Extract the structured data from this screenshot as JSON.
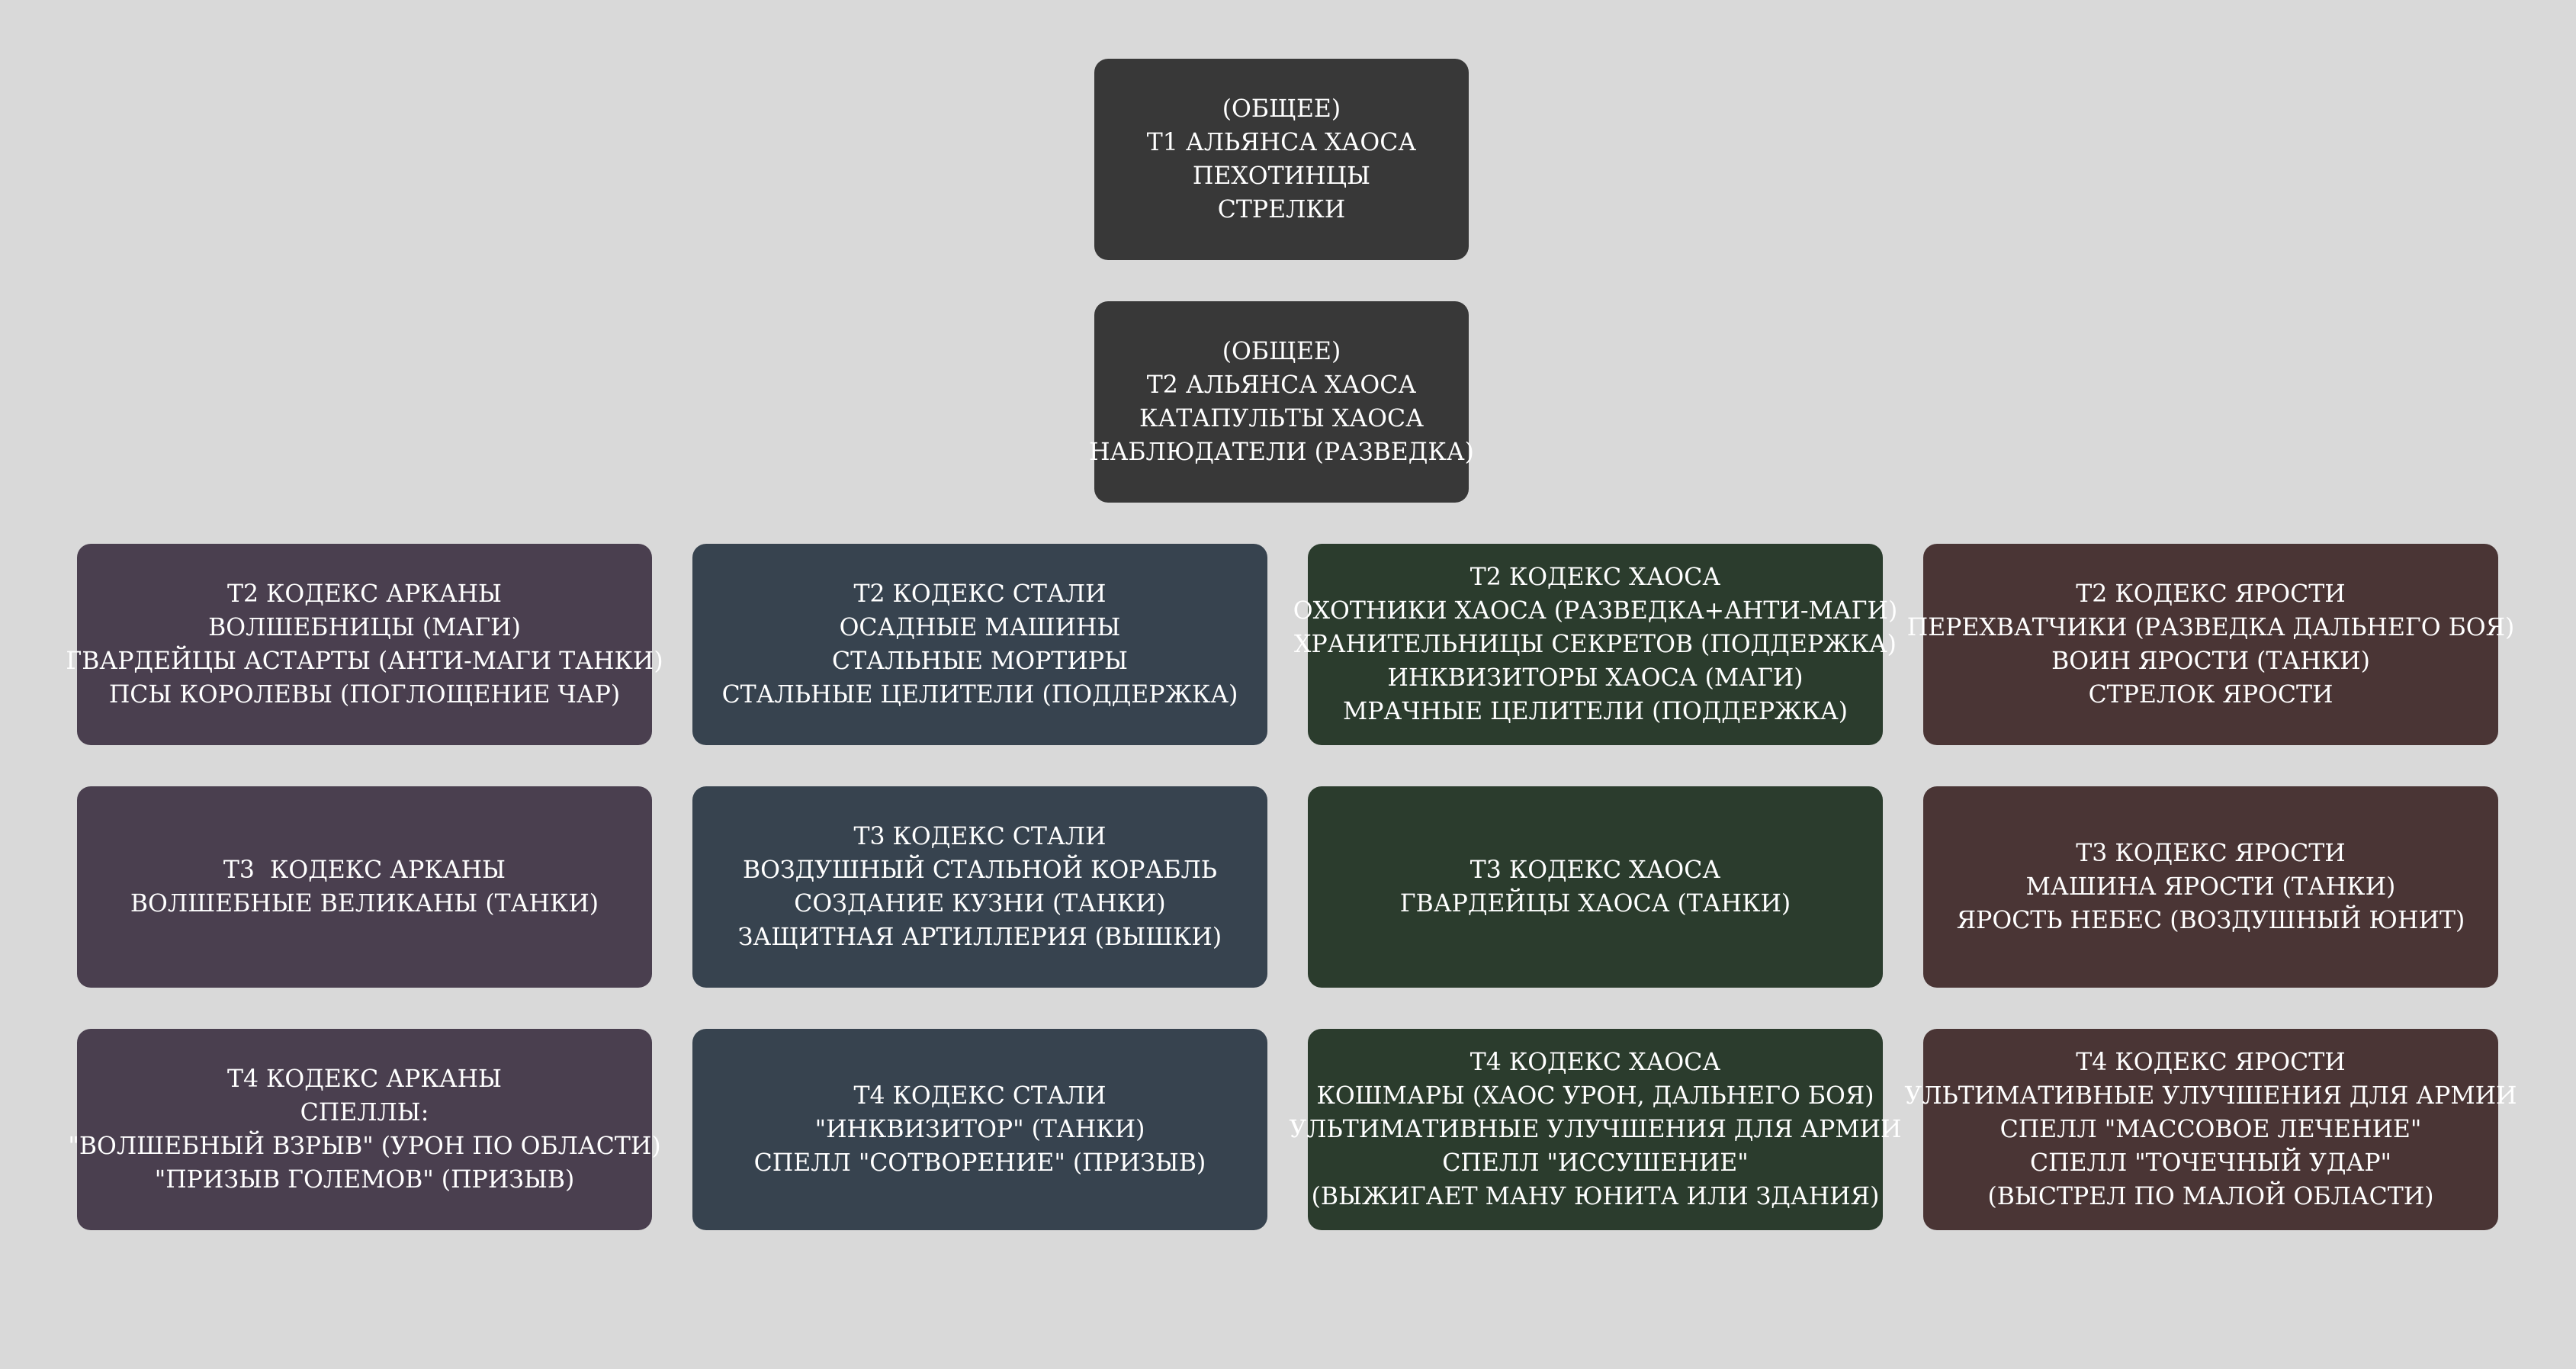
{
  "general": {
    "t1": {
      "lines": [
        "(ОБЩЕЕ)",
        "Т1 АЛЬЯНСА ХАОСА",
        "ПЕХОТИНЦЫ",
        "СТРЕЛКИ"
      ],
      "color": "#383838"
    },
    "t2": {
      "lines": [
        "(ОБЩЕЕ)",
        "Т2 АЛЬЯНСА ХАОСА",
        "КАТАПУЛЬТЫ ХАОСА",
        "НАБЛЮДАТЕЛИ (РАЗВЕДКА)"
      ],
      "color": "#383838"
    }
  },
  "arcana": {
    "color": "#4a3f4f",
    "t2": {
      "lines": [
        "Т2 КОДЕКС АРКАНЫ",
        "ВОЛШЕБНИЦЫ (МАГИ)",
        "ГВАРДЕЙЦЫ АСТАРТЫ (АНТИ-МАГИ ТАНКИ)",
        "ПСЫ КОРОЛЕВЫ (ПОГЛОЩЕНИЕ ЧАР)"
      ]
    },
    "t3": {
      "lines": [
        "Т3  КОДЕКС АРКАНЫ",
        "ВОЛШЕБНЫЕ ВЕЛИКАНЫ (ТАНКИ)"
      ]
    },
    "t4": {
      "lines": [
        "Т4 КОДЕКС АРКАНЫ",
        "СПЕЛЛЫ:",
        "\"ВОЛШЕБНЫЙ ВЗРЫВ\" (УРОН ПО ОБЛАСТИ)",
        "\"ПРИЗЫВ ГОЛЕМОВ\" (ПРИЗЫВ)"
      ]
    }
  },
  "steel": {
    "color": "#37434f",
    "t2": {
      "lines": [
        "Т2 КОДЕКС СТАЛИ",
        "ОСАДНЫЕ МАШИНЫ",
        "СТАЛЬНЫЕ МОРТИРЫ",
        "СТАЛЬНЫЕ ЦЕЛИТЕЛИ (ПОДДЕРЖКА)"
      ]
    },
    "t3": {
      "lines": [
        "Т3 КОДЕКС СТАЛИ",
        "ВОЗДУШНЫЙ СТАЛЬНОЙ КОРАБЛЬ",
        "СОЗДАНИЕ КУЗНИ (ТАНКИ)",
        "ЗАЩИТНАЯ АРТИЛЛЕРИЯ (ВЫШКИ)"
      ]
    },
    "t4": {
      "lines": [
        "Т4 КОДЕКС СТАЛИ",
        "\"ИНКВИЗИТОР\" (ТАНКИ)",
        "СПЕЛЛ \"СОТВОРЕНИЕ\" (ПРИЗЫВ)"
      ]
    }
  },
  "chaos": {
    "color": "#2b3c2d",
    "t2": {
      "lines": [
        "Т2 КОДЕКС ХАОСА",
        "ОХОТНИКИ ХАОСА (РАЗВЕДКА+АНТИ-МАГИ)",
        "ХРАНИТЕЛЬНИЦЫ СЕКРЕТОВ (ПОДДЕРЖКА)",
        "ИНКВИЗИТОРЫ ХАОСА (МАГИ)",
        "МРАЧНЫЕ ЦЕЛИТЕЛИ (ПОДДЕРЖКА)"
      ]
    },
    "t3": {
      "lines": [
        "Т3 КОДЕКС ХАОСА",
        "ГВАРДЕЙЦЫ ХАОСА (ТАНКИ)"
      ]
    },
    "t4": {
      "lines": [
        "Т4 КОДЕКС ХАОСА",
        "КОШМАРЫ (ХАОС УРОН, ДАЛЬНЕГО БОЯ)",
        "УЛЬТИМАТИВНЫЕ УЛУЧШЕНИЯ ДЛЯ АРМИИ",
        "СПЕЛЛ \"ИССУШЕНИЕ\"",
        "(ВЫЖИГАЕТ МАНУ ЮНИТА ИЛИ ЗДАНИЯ)"
      ]
    }
  },
  "fury": {
    "color": "#4a3535",
    "t2": {
      "lines": [
        "Т2 КОДЕКС ЯРОСТИ",
        "ПЕРЕХВАТЧИКИ (РАЗВЕДКА ДАЛЬНЕГО БОЯ)",
        "ВОИН ЯРОСТИ (ТАНКИ)",
        "СТРЕЛОК ЯРОСТИ"
      ]
    },
    "t3": {
      "lines": [
        "Т3 КОДЕКС ЯРОСТИ",
        "МАШИНА ЯРОСТИ (ТАНКИ)",
        "ЯРОСТЬ НЕБЕС (ВОЗДУШНЫЙ ЮНИТ)"
      ]
    },
    "t4": {
      "lines": [
        "Т4 КОДЕКС ЯРОСТИ",
        "УЛЬТИМАТИВНЫЕ УЛУЧШЕНИЯ ДЛЯ АРМИИ",
        "СПЕЛЛ \"МАССОВОЕ ЛЕЧЕНИЕ\"",
        "СПЕЛЛ \"ТОЧЕЧНЫЙ УДАР\"",
        "(ВЫСТРЕЛ ПО МАЛОЙ ОБЛАСТИ)"
      ]
    }
  }
}
